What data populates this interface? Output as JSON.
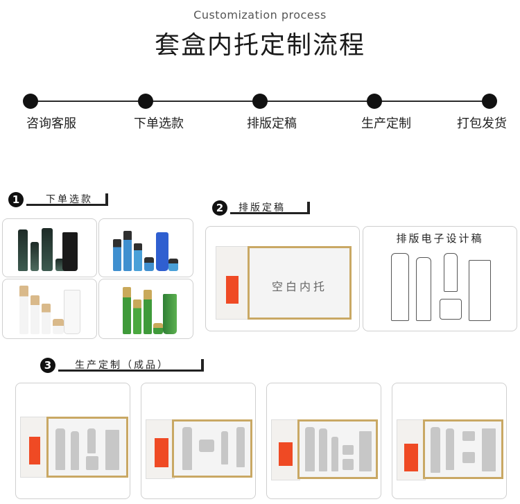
{
  "header": {
    "subtitle": "Customization process",
    "title": "套盒内托定制流程"
  },
  "timeline": {
    "steps": [
      {
        "label": "咨询客服"
      },
      {
        "label": "下单选款"
      },
      {
        "label": "排版定稿"
      },
      {
        "label": "生产定制"
      },
      {
        "label": "打包发货"
      }
    ]
  },
  "sections": [
    {
      "number": "1",
      "title": "下单选款"
    },
    {
      "number": "2",
      "title": "排版定稿"
    },
    {
      "number": "3",
      "title": "生产定制（成品）"
    }
  ],
  "layout_step": {
    "tray_label": "空白内托",
    "sketch_title": "排版电子设计稿"
  },
  "colors": {
    "accent_red": "#ef4a24",
    "tray_gold": "#c9a864",
    "dark": "#111111"
  }
}
